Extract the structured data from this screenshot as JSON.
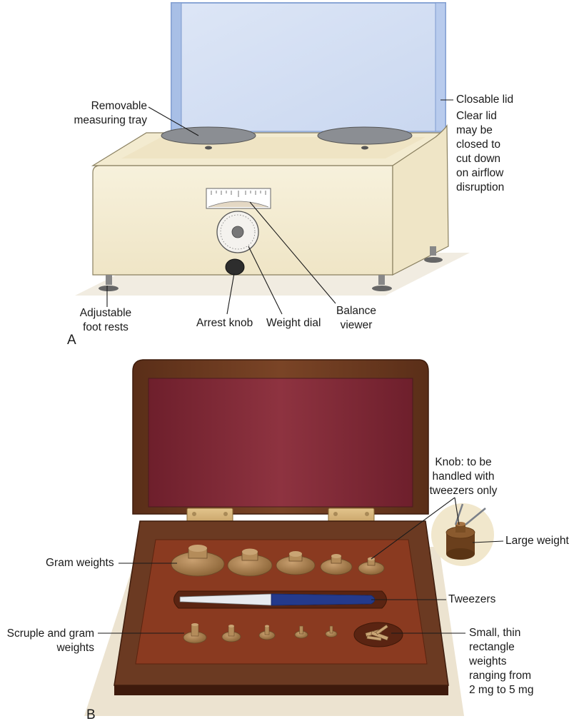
{
  "panel_a": {
    "letter": "A",
    "labels": {
      "tray": [
        "Removable",
        "measuring tray"
      ],
      "lid": "Closable lid",
      "lid_note": [
        "Clear lid",
        "may be",
        "closed to",
        "cut down",
        "on airflow",
        "disruption"
      ],
      "feet": [
        "Adjustable",
        "foot rests"
      ],
      "arrest": "Arrest knob",
      "dial": "Weight dial",
      "viewer": [
        "Balance",
        "viewer"
      ]
    }
  },
  "panel_b": {
    "letter": "B",
    "labels": {
      "knob": [
        "Knob: to be",
        "handled with",
        "tweezers only"
      ],
      "large_weight": "Large weight",
      "gram": "Gram weights",
      "tweezers": "Tweezers",
      "scruple": [
        "Scruple and gram",
        "weights"
      ],
      "small": [
        "Small, thin",
        "rectangle",
        "weights",
        "ranging from",
        "2 mg to 5 mg"
      ]
    }
  },
  "colors": {
    "cabinet": "#f4ecd2",
    "cabinet_shade": "#e7dcb8",
    "lid_glass": "#d3dff3",
    "lid_frame": "#93aedb",
    "pan": "#8c8f94",
    "floor": "#f0ebe0",
    "box_wood": "#6b3a22",
    "box_edge": "#4a2412",
    "lining_lid": "#8a2c3a",
    "lining_tray": "#8e3d22",
    "brass": "#c9a066",
    "weight": "#a8804e",
    "tweezers_blue": "#243a8c"
  }
}
